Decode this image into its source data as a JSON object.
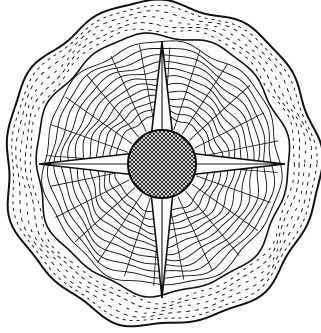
{
  "figure": {
    "subject": "tree-trunk-cross-section",
    "ring_count": 12,
    "ray_count": 24,
    "star_points": 4,
    "colors": {
      "ink": "#111111",
      "paper": "#ffffff"
    }
  }
}
